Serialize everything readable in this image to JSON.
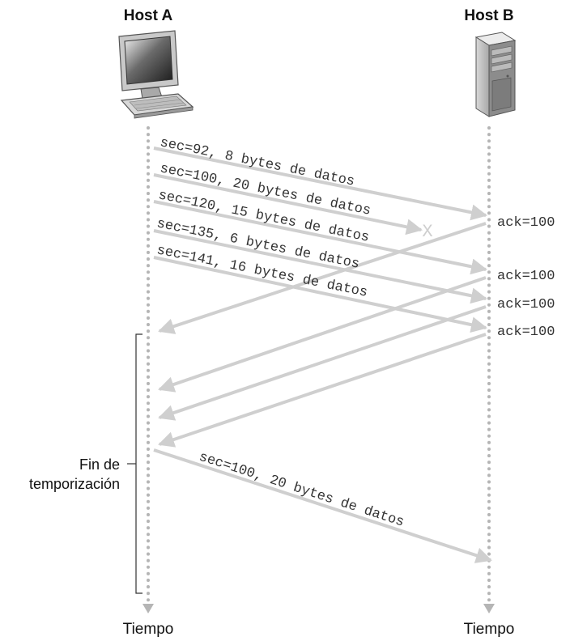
{
  "host_a": {
    "label": "Host A",
    "icon": "desktop-computer-icon"
  },
  "host_b": {
    "label": "Host B",
    "icon": "server-tower-icon"
  },
  "timeline_a_label": "Tiempo",
  "timeline_b_label": "Tiempo",
  "timeout": {
    "line1": "Fin de",
    "line2": "temporización"
  },
  "segments": [
    {
      "label": "sec=92, 8 bytes de datos",
      "lost": false
    },
    {
      "label": "sec=100, 20 bytes de datos",
      "lost": true
    },
    {
      "label": "sec=120, 15 bytes de datos",
      "lost": false
    },
    {
      "label": "sec=135, 6 bytes de datos",
      "lost": false
    },
    {
      "label": "sec=141, 16 bytes de datos",
      "lost": false
    }
  ],
  "acks": [
    {
      "label": "ack=100"
    },
    {
      "label": "ack=100"
    },
    {
      "label": "ack=100"
    },
    {
      "label": "ack=100"
    }
  ],
  "lost_marker": "X",
  "retransmission": {
    "label": "sec=100, 20 bytes de datos"
  },
  "colors": {
    "arrow": "#cfcfcf",
    "timeline": "#b5b5b5",
    "text": "#111111"
  }
}
